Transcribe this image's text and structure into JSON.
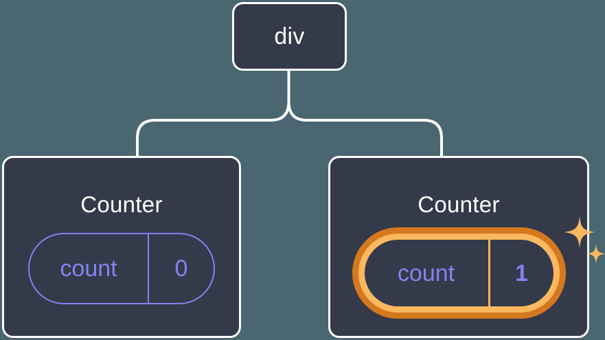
{
  "canvas": {
    "background_color": "#4a6670",
    "node_fill_color": "#343a4a",
    "node_border_color": "#ffffff",
    "connector_color": "#ffffff",
    "state_accent_color": "#8184f0",
    "highlight_outer_color": "#d4791f",
    "highlight_inner_color": "#fbb85e",
    "sparkle_color": "#fbb85e"
  },
  "tree": {
    "root": {
      "label": "div"
    },
    "children": [
      {
        "label": "Counter",
        "state": {
          "key": "count",
          "value": "0",
          "highlighted": false
        }
      },
      {
        "label": "Counter",
        "state": {
          "key": "count",
          "value": "1",
          "highlighted": true
        }
      }
    ]
  },
  "icons": {
    "sparkle_large": "sparkle-icon",
    "sparkle_small": "sparkle-icon"
  }
}
